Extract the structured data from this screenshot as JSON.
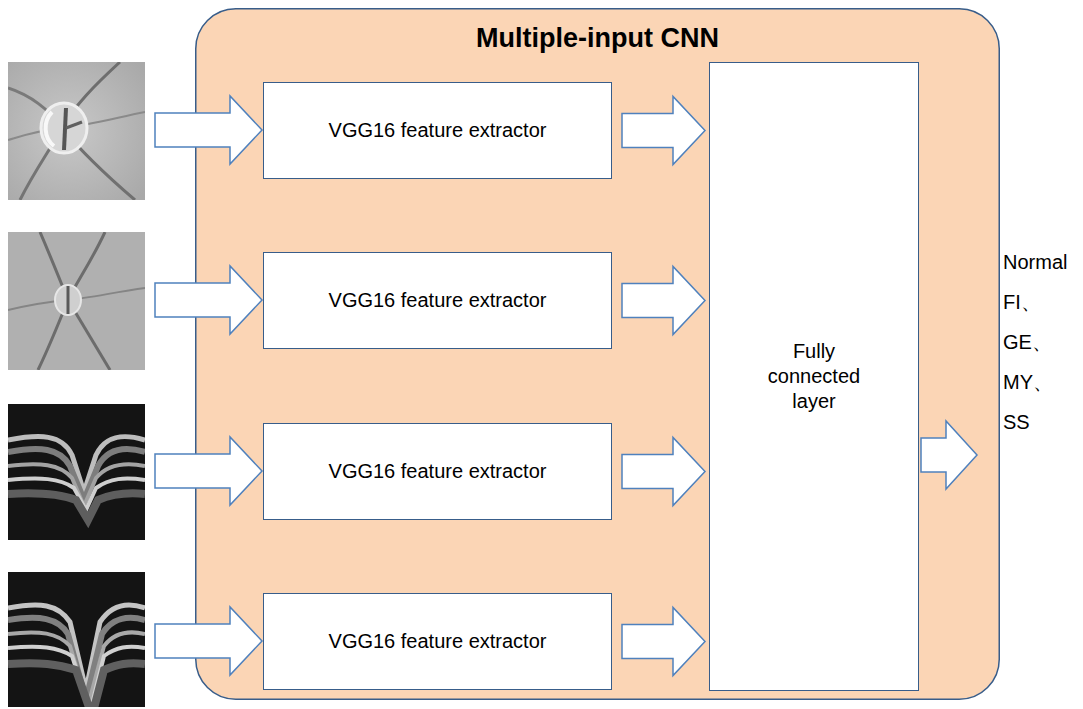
{
  "diagram": {
    "nodes": [
      {
        "text": [
          "Multiple-input CNN"
        ]
      },
      {
        "text": [
          "VGG16 feature extractor"
        ],
        "in": 0
      },
      {
        "text": [
          "VGG16 feature extractor"
        ],
        "in": 0
      },
      {
        "text": [
          "VGG16 feature extractor"
        ],
        "in": 0
      },
      {
        "text": [
          "VGG16 feature extractor"
        ],
        "in": 0
      },
      {
        "text": [
          "Fully connected layer"
        ],
        "in": 0
      }
    ],
    "edges": [
      {
        "from": 1,
        "to": 5,
        "arrow": "to"
      },
      {
        "from": 2,
        "to": 5,
        "arrow": "to"
      },
      {
        "from": 3,
        "to": 5,
        "arrow": "to"
      },
      {
        "from": 4,
        "to": 5,
        "arrow": "to"
      }
    ],
    "labels": [
      "Normal",
      "FI、",
      "GE、",
      "MY、",
      "SS"
    ]
  }
}
